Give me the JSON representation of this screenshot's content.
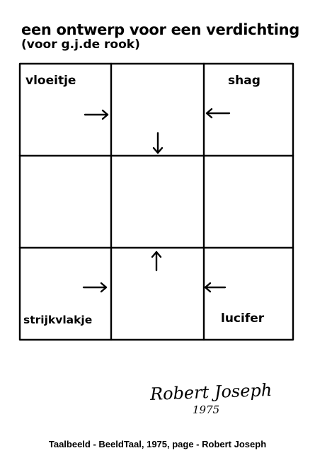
{
  "title": "een ontwerp voor een verdichting",
  "subtitle": "(voor g.j.de rook)",
  "cells": {
    "top_left": "vloeitje",
    "top_right": "shag",
    "bottom_left": "strijkvlakje",
    "bottom_right": "lucifer"
  },
  "signature": {
    "name": "Robert Joseph",
    "year": "1975"
  },
  "caption": "Taalbeeld - BeeldTaal, 1975, page - Robert Joseph",
  "arrows": [
    {
      "cell": "top-left",
      "direction": "right"
    },
    {
      "cell": "top-right",
      "direction": "left"
    },
    {
      "cell": "top-center",
      "direction": "down"
    },
    {
      "cell": "bottom-center",
      "direction": "up"
    },
    {
      "cell": "bottom-left",
      "direction": "right"
    },
    {
      "cell": "bottom-right",
      "direction": "left"
    }
  ]
}
